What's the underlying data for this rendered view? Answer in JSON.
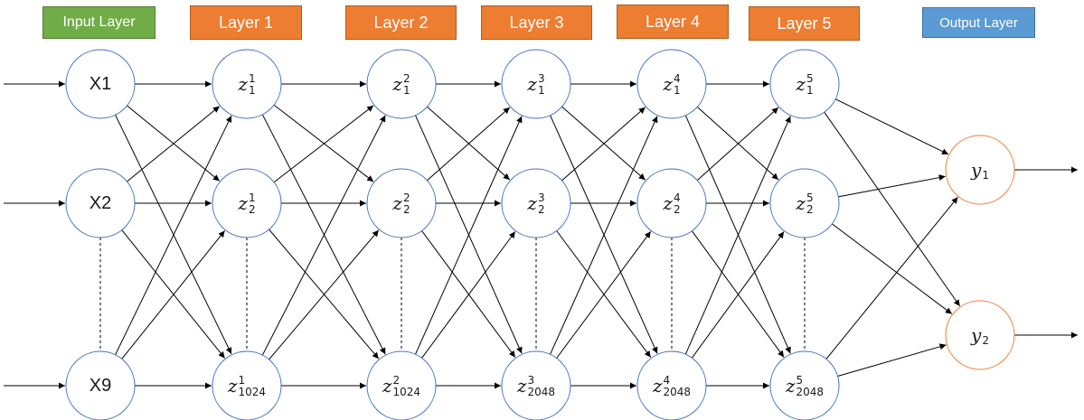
{
  "colors": {
    "input_header": "#70ad47",
    "hidden_header": "#ed7d31",
    "output_header": "#5b9bd5",
    "hidden_node_stroke": "#4472c4",
    "output_node_stroke": "#ed7d31",
    "edge": "#000000"
  },
  "headers": {
    "input": "Input Layer",
    "layer1": "Layer 1",
    "layer2": "Layer 2",
    "layer3": "Layer 3",
    "layer4": "Layer 4",
    "layer5": "Layer 5",
    "output": "Output Layer"
  },
  "layers": [
    {
      "key": "input",
      "nodes": [
        {
          "base": "X1"
        },
        {
          "base": "X2"
        },
        {
          "base": "X9"
        }
      ]
    },
    {
      "key": "layer1",
      "nodes": [
        {
          "base": "z",
          "sup": "1",
          "sub": "1"
        },
        {
          "base": "z",
          "sup": "1",
          "sub": "2"
        },
        {
          "base": "z",
          "sup": "1",
          "sub": "1024"
        }
      ]
    },
    {
      "key": "layer2",
      "nodes": [
        {
          "base": "z",
          "sup": "2",
          "sub": "1"
        },
        {
          "base": "z",
          "sup": "2",
          "sub": "2"
        },
        {
          "base": "z",
          "sup": "2",
          "sub": "1024"
        }
      ]
    },
    {
      "key": "layer3",
      "nodes": [
        {
          "base": "z",
          "sup": "3",
          "sub": "1"
        },
        {
          "base": "z",
          "sup": "3",
          "sub": "2"
        },
        {
          "base": "z",
          "sup": "3",
          "sub": "2048"
        }
      ]
    },
    {
      "key": "layer4",
      "nodes": [
        {
          "base": "z",
          "sup": "4",
          "sub": "1"
        },
        {
          "base": "z",
          "sup": "4",
          "sub": "2"
        },
        {
          "base": "z",
          "sup": "4",
          "sub": "2048"
        }
      ]
    },
    {
      "key": "layer5",
      "nodes": [
        {
          "base": "z",
          "sup": "5",
          "sub": "1"
        },
        {
          "base": "z",
          "sup": "5",
          "sub": "2"
        },
        {
          "base": "z",
          "sup": "5",
          "sub": "2048"
        }
      ]
    },
    {
      "key": "output",
      "nodes": [
        {
          "base": "y",
          "sub": "1"
        },
        {
          "base": "y",
          "sub": "2"
        }
      ]
    }
  ]
}
